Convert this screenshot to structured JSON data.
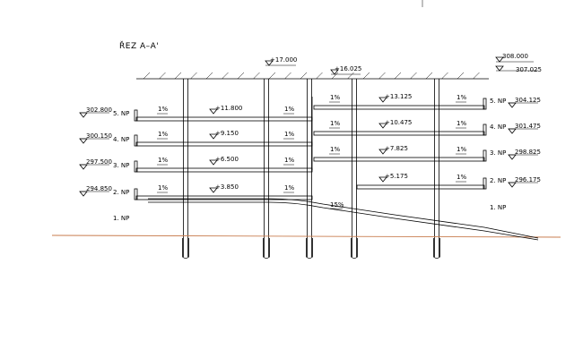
{
  "title": "ŘEZ A–A'",
  "roof_left": "+17.000",
  "roof_right": "+16.025",
  "right_top_abs": "308.000",
  "right_roof_abs": "307.025",
  "left_floors": [
    {
      "label": "5. NP",
      "abs": "302.800",
      "rel": "+11.800"
    },
    {
      "label": "4. NP",
      "abs": "300.150",
      "rel": "+9.150"
    },
    {
      "label": "3. NP",
      "abs": "297.500",
      "rel": "+6.500"
    },
    {
      "label": "2. NP",
      "abs": "294.850",
      "rel": "+3.850"
    },
    {
      "label": "1. NP",
      "abs": "",
      "rel": ""
    }
  ],
  "right_floors": [
    {
      "label": "5. NP",
      "abs": "304.125",
      "rel": "+13.125"
    },
    {
      "label": "4. NP",
      "abs": "301.475",
      "rel": "+10.475"
    },
    {
      "label": "3. NP",
      "abs": "298.825",
      "rel": "+7.825"
    },
    {
      "label": "2. NP",
      "abs": "296.175",
      "rel": "+5.175"
    },
    {
      "label": "1. NP",
      "abs": "",
      "rel": ""
    }
  ],
  "slope_small": "1%",
  "ramp_slope": "15%"
}
